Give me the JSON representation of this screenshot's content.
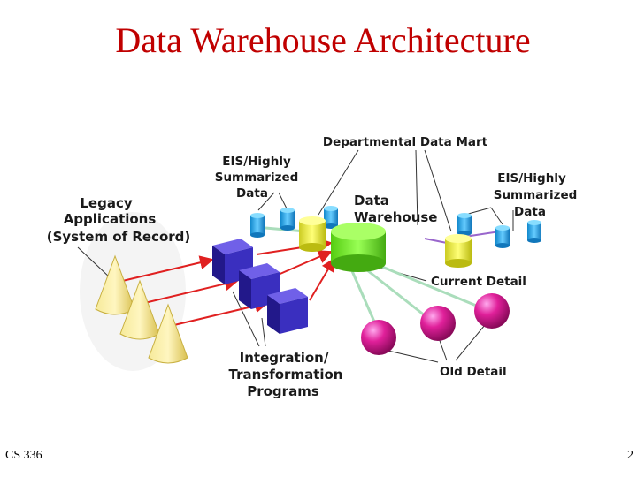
{
  "slide": {
    "title": "Data Warehouse Architecture",
    "course": "CS 336",
    "page_number": "2"
  },
  "diagram": {
    "legacy": [
      "Legacy",
      "Applications",
      "(System of Record)"
    ],
    "eis_left": [
      "EIS/Highly",
      "Summarized",
      "Data"
    ],
    "dept_mart": "Departmental Data Mart",
    "warehouse": [
      "Data",
      "Warehouse"
    ],
    "eis_right": [
      "EIS/Highly",
      "Summarized",
      "Data"
    ],
    "current_detail": "Current Detail",
    "old_detail": "Old Detail",
    "integration": [
      "Integration/",
      "Transformation",
      "Programs"
    ]
  },
  "colors": {
    "title": "#c00000",
    "arrow": "#e02020",
    "warehouse": "#66dd22",
    "mart": "#e6e633",
    "cube": "#3a2fbf",
    "sphere": "#e0209a",
    "small_db": "#33aadd",
    "cone": "#f0dd70"
  }
}
